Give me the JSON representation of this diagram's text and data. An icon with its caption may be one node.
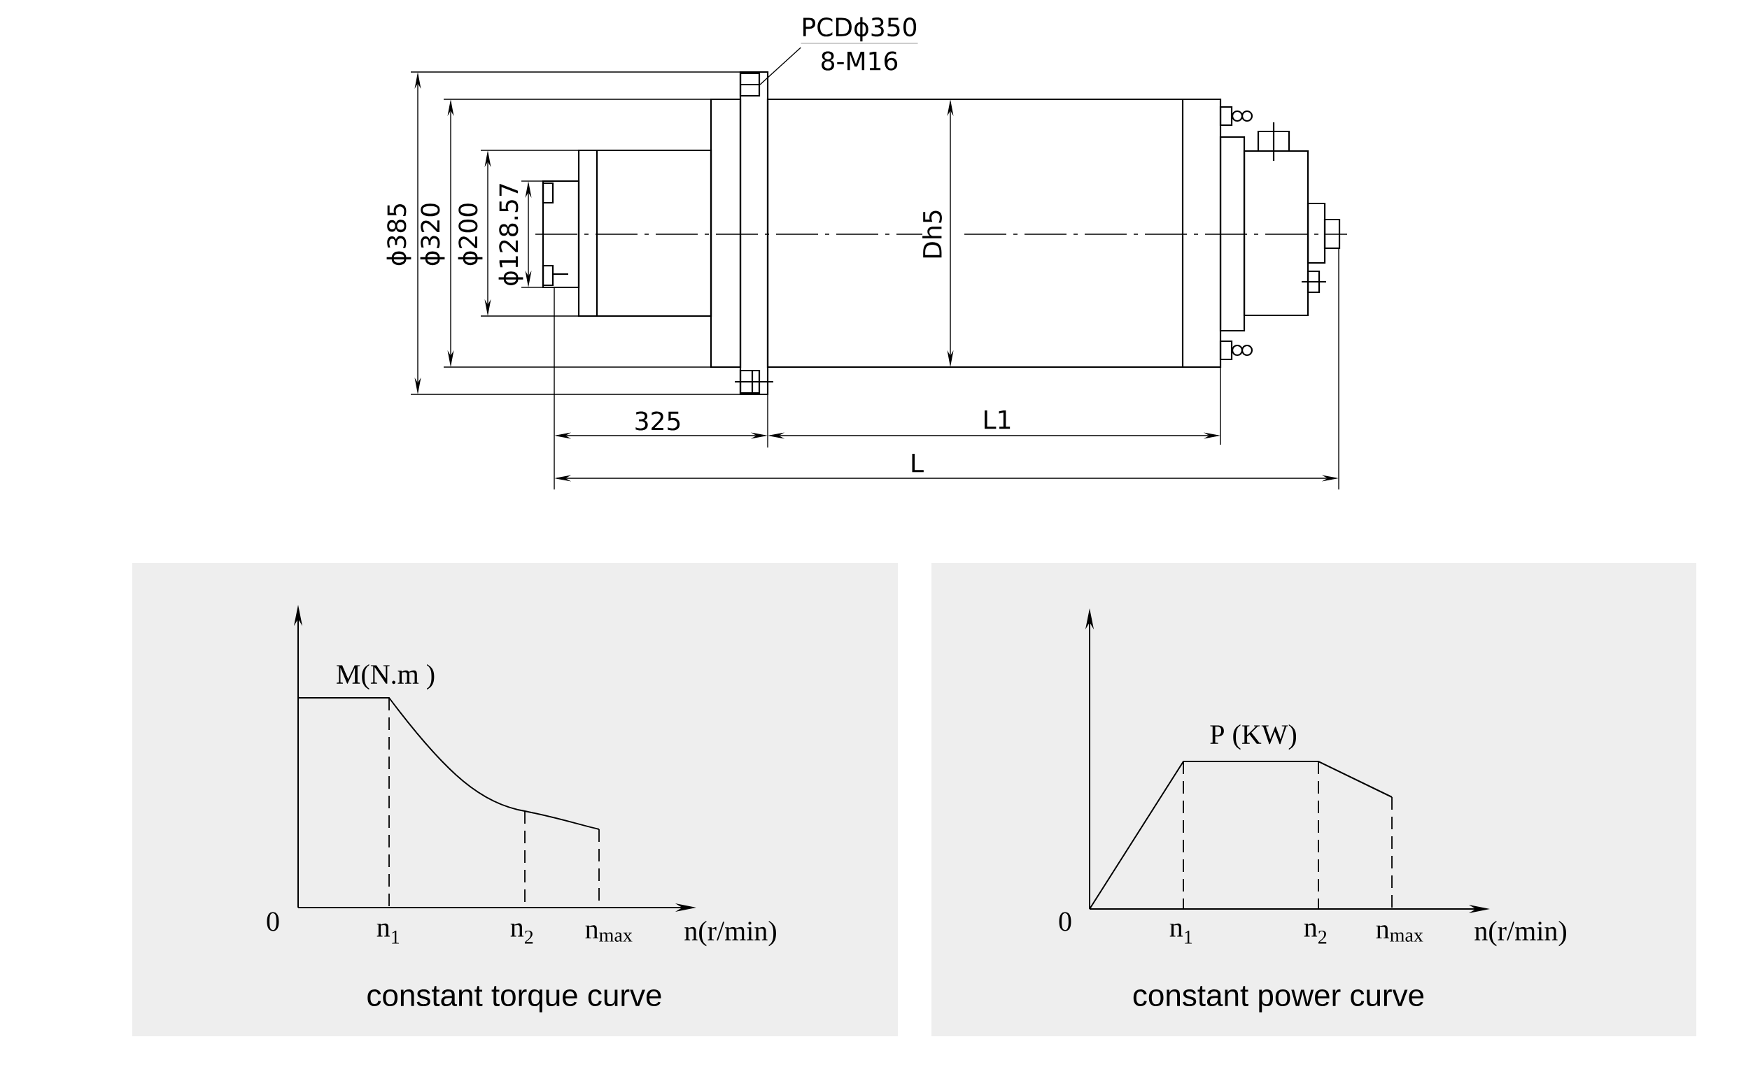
{
  "diagram": {
    "nodes": [
      {
        "text": [
          "PCDϕ350",
          "8-M16"
        ]
      },
      {
        "text": [
          "M(N.m )",
          "0",
          "n$_{1}$",
          "n$_{2}$",
          "n$_{max}$",
          "n(r/min)",
          "constant torque curve"
        ]
      },
      {
        "text": [
          "P (KW)",
          "0",
          "n$_{1}$",
          "n$_{2}$",
          "n$_{max}$",
          "n(r/min)",
          "constant power curve"
        ]
      },
      {
        "text": [],
        "shape": "box"
      }
    ],
    "edges": [
      {
        "from": 0,
        "to": 3,
        "arrow": "none"
      }
    ],
    "labels": [
      "ϕ385",
      "ϕ320",
      "ϕ200",
      "ϕ128.57",
      "Dh5",
      "325",
      "L1",
      "L"
    ]
  }
}
